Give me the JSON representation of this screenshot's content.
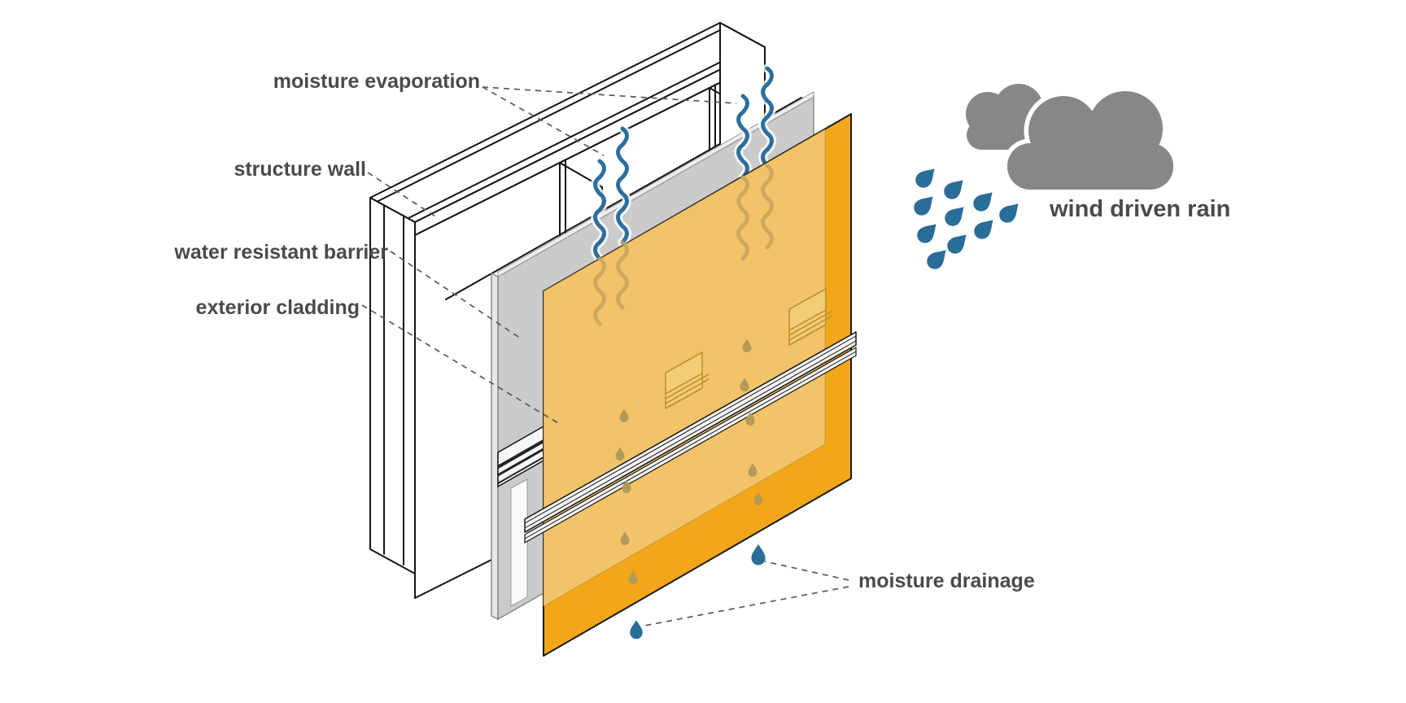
{
  "diagram": {
    "labels": {
      "moisture_evaporation": "moisture evaporation",
      "structure_wall": "structure wall",
      "water_resistant_barrier": "water resistant barrier",
      "exterior_cladding": "exterior cladding",
      "wind_driven_rain": "wind driven rain",
      "moisture_drainage": "moisture drainage"
    },
    "colors": {
      "cladding": "#F2A71B",
      "cladding_overlay": "#F1C56F",
      "barrier": "#CBCBCB",
      "barrier_edge": "#EDEDED",
      "cloud": "#878787",
      "rain": "#2A6D98",
      "drainage": "#2A6D98",
      "evaporation": "#2C6F9D",
      "evaporation_hidden": "#C7A55C",
      "weep_drop": "#B49A58",
      "label_text": "#4A4A4A",
      "frame_outline": "#141414",
      "flashing": "#F4F4F4"
    },
    "icons": {
      "cloud": "cloud-icon",
      "rain": "rain-drops-icon",
      "evaporation": "evaporation-wave-icon",
      "drainage": "water-drop-icon",
      "weep": "weep-drop-icon"
    }
  }
}
